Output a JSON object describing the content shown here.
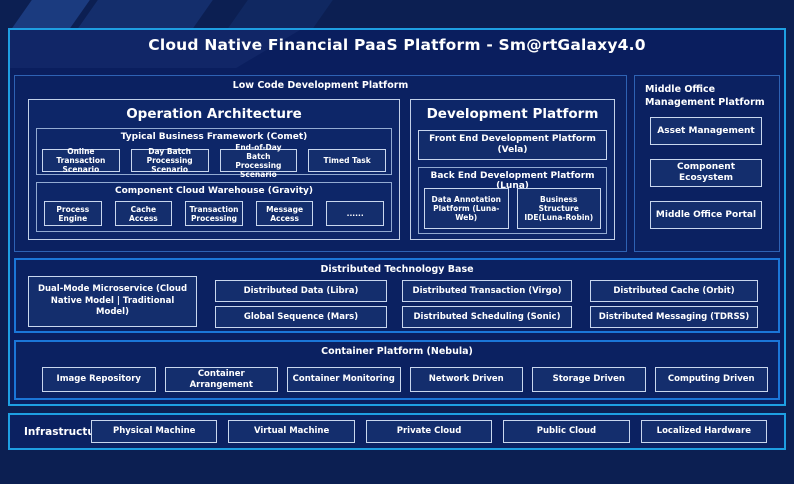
{
  "title": "Cloud Native Financial PaaS Platform - Sm@rtGalaxy4.0",
  "low_code": {
    "label": "Low Code Development Platform",
    "operation": {
      "title": "Operation Architecture",
      "framework": {
        "label": "Typical Business Framework (Comet)",
        "items": [
          "Online Transaction Scenario",
          "Day Batch Processing Scenario",
          "End-of-Day Batch Processing Scenario",
          "Timed Task"
        ]
      },
      "warehouse": {
        "label": "Component Cloud Warehouse (Gravity)",
        "items": [
          "Process Engine",
          "Cache Access",
          "Transaction Processing",
          "Message Access",
          "......"
        ]
      }
    },
    "development": {
      "title": "Development Platform",
      "front_end": "Front End Development Platform (Vela)",
      "back_end": {
        "label": "Back End Development Platform (Luna)",
        "items": [
          "Data Annotation Platform (Luna-Web)",
          "Business Structure IDE(Luna-Robin)"
        ]
      }
    }
  },
  "middle_office": {
    "label": "Middle Office Management Platform",
    "items": [
      "Asset Management",
      "Component Ecosystem",
      "Middle Office Portal"
    ]
  },
  "distributed": {
    "label": "Distributed Technology Base",
    "dual_mode": "Dual-Mode Microservice (Cloud Native Model | Traditional Model)",
    "row1": [
      "Distributed Data (Libra)",
      "Distributed Transaction (Virgo)",
      "Distributed Cache (Orbit)"
    ],
    "row2": [
      "Global Sequence (Mars)",
      "Distributed Scheduling (Sonic)",
      "Distributed Messaging (TDRSS)"
    ]
  },
  "container_platform": {
    "label": "Container Platform (Nebula)",
    "items": [
      "Image Repository",
      "Container Arrangement",
      "Container Monitoring",
      "Network Driven",
      "Storage Driven",
      "Computing Driven"
    ]
  },
  "infrastructure": {
    "label": "Infrastructure",
    "items": [
      "Physical Machine",
      "Virtual Machine",
      "Private Cloud",
      "Public Cloud",
      "Localized Hardware"
    ]
  },
  "colors": {
    "background_navy": "#0C1F52",
    "panel_navy": "#0A1E5E",
    "accent_cyan_border": "#1E9FE2",
    "bright_blue_border": "#1B76D8",
    "dim_blue_border": "#2E62B4",
    "pale_box_border": "#C9D7EE",
    "leaf_fill": "#142E6D",
    "text": "#FFFFFF"
  }
}
